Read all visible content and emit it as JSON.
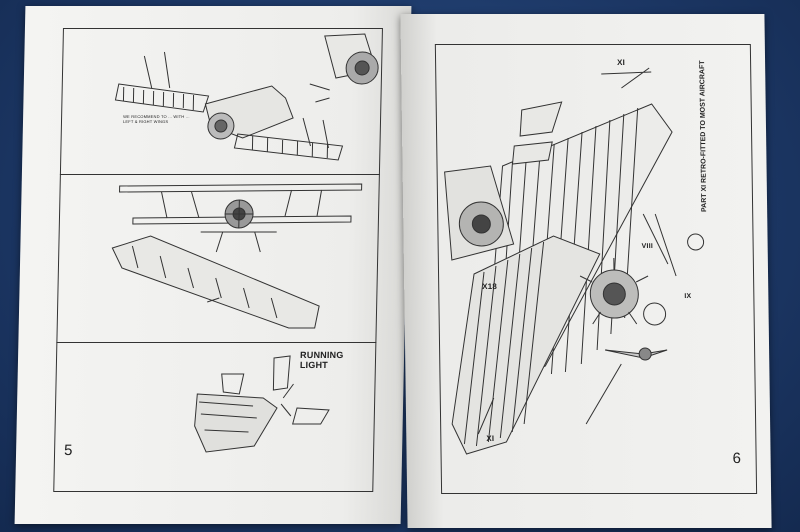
{
  "left_page": {
    "page_number": "5",
    "callout_running_light": "RUNNING LIGHT",
    "small_note": "WE RECOMMEND TO ... WITH ... LEFT & RIGHT WINGS"
  },
  "right_page": {
    "page_number": "6",
    "side_caption": "PART XI RETRO-FITTED TO MOST AIRCRAFT",
    "part_markers": [
      "XI",
      "VIII",
      "IX",
      "XI",
      "X18"
    ]
  },
  "colors": {
    "background": "#1f3d6b",
    "paper": "#f1f1ef",
    "ink": "#222222"
  }
}
